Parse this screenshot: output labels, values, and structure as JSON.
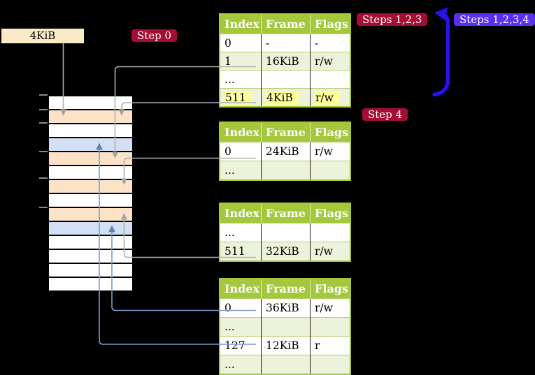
{
  "labels": {
    "frame_size": "4KiB",
    "step0": "Step 0",
    "steps123": "Steps 1,2,3",
    "steps1234": "Steps 1,2,3,4",
    "step4": "Step 4"
  },
  "colors": {
    "background": "#000000",
    "crimson": "#a60d35",
    "violet": "#5a2ff0",
    "wheat": "#faeac5",
    "peach": "#fce3c7",
    "blue": "#d3e0f4",
    "white": "#ffffff",
    "table_green": "#a4c73b",
    "table_row_light": "#edf3da",
    "highlight_yellow": "#ffff9c",
    "gray_arrow": "#b0b0b0",
    "blue_arrow": "#7d9bce",
    "blue_arrow_head": "#5f82b8",
    "thick_arrow": "#2812e8"
  },
  "memory_rows": [
    "white",
    "peach",
    "white",
    "blue",
    "peach",
    "white",
    "peach",
    "white",
    "peach",
    "blue",
    "white",
    "white",
    "white",
    "white"
  ],
  "tables": [
    {
      "name": "page-table-level-4",
      "headers": [
        "Index",
        "Frame",
        "Flags"
      ],
      "rows": [
        {
          "index": "0",
          "frame": "-",
          "flags": "-"
        },
        {
          "index": "1",
          "frame": "16KiB",
          "flags": "r/w"
        },
        {
          "index": "...",
          "frame": "",
          "flags": ""
        },
        {
          "index": "511",
          "frame": "4KiB",
          "flags": "r/w"
        }
      ]
    },
    {
      "name": "page-table-level-3",
      "headers": [
        "Index",
        "Frame",
        "Flags"
      ],
      "rows": [
        {
          "index": "0",
          "frame": "24KiB",
          "flags": "r/w"
        },
        {
          "index": "...",
          "frame": "",
          "flags": ""
        }
      ]
    },
    {
      "name": "page-table-level-2",
      "headers": [
        "Index",
        "Frame",
        "Flags"
      ],
      "rows": [
        {
          "index": "...",
          "frame": "",
          "flags": ""
        },
        {
          "index": "511",
          "frame": "32KiB",
          "flags": "r/w"
        }
      ]
    },
    {
      "name": "page-table-level-1",
      "headers": [
        "Index",
        "Frame",
        "Flags"
      ],
      "rows": [
        {
          "index": "0",
          "frame": "36KiB",
          "flags": "r/w"
        },
        {
          "index": "...",
          "frame": "",
          "flags": ""
        },
        {
          "index": "127",
          "frame": "12KiB",
          "flags": "r"
        },
        {
          "index": "...",
          "frame": "",
          "flags": ""
        }
      ]
    }
  ]
}
